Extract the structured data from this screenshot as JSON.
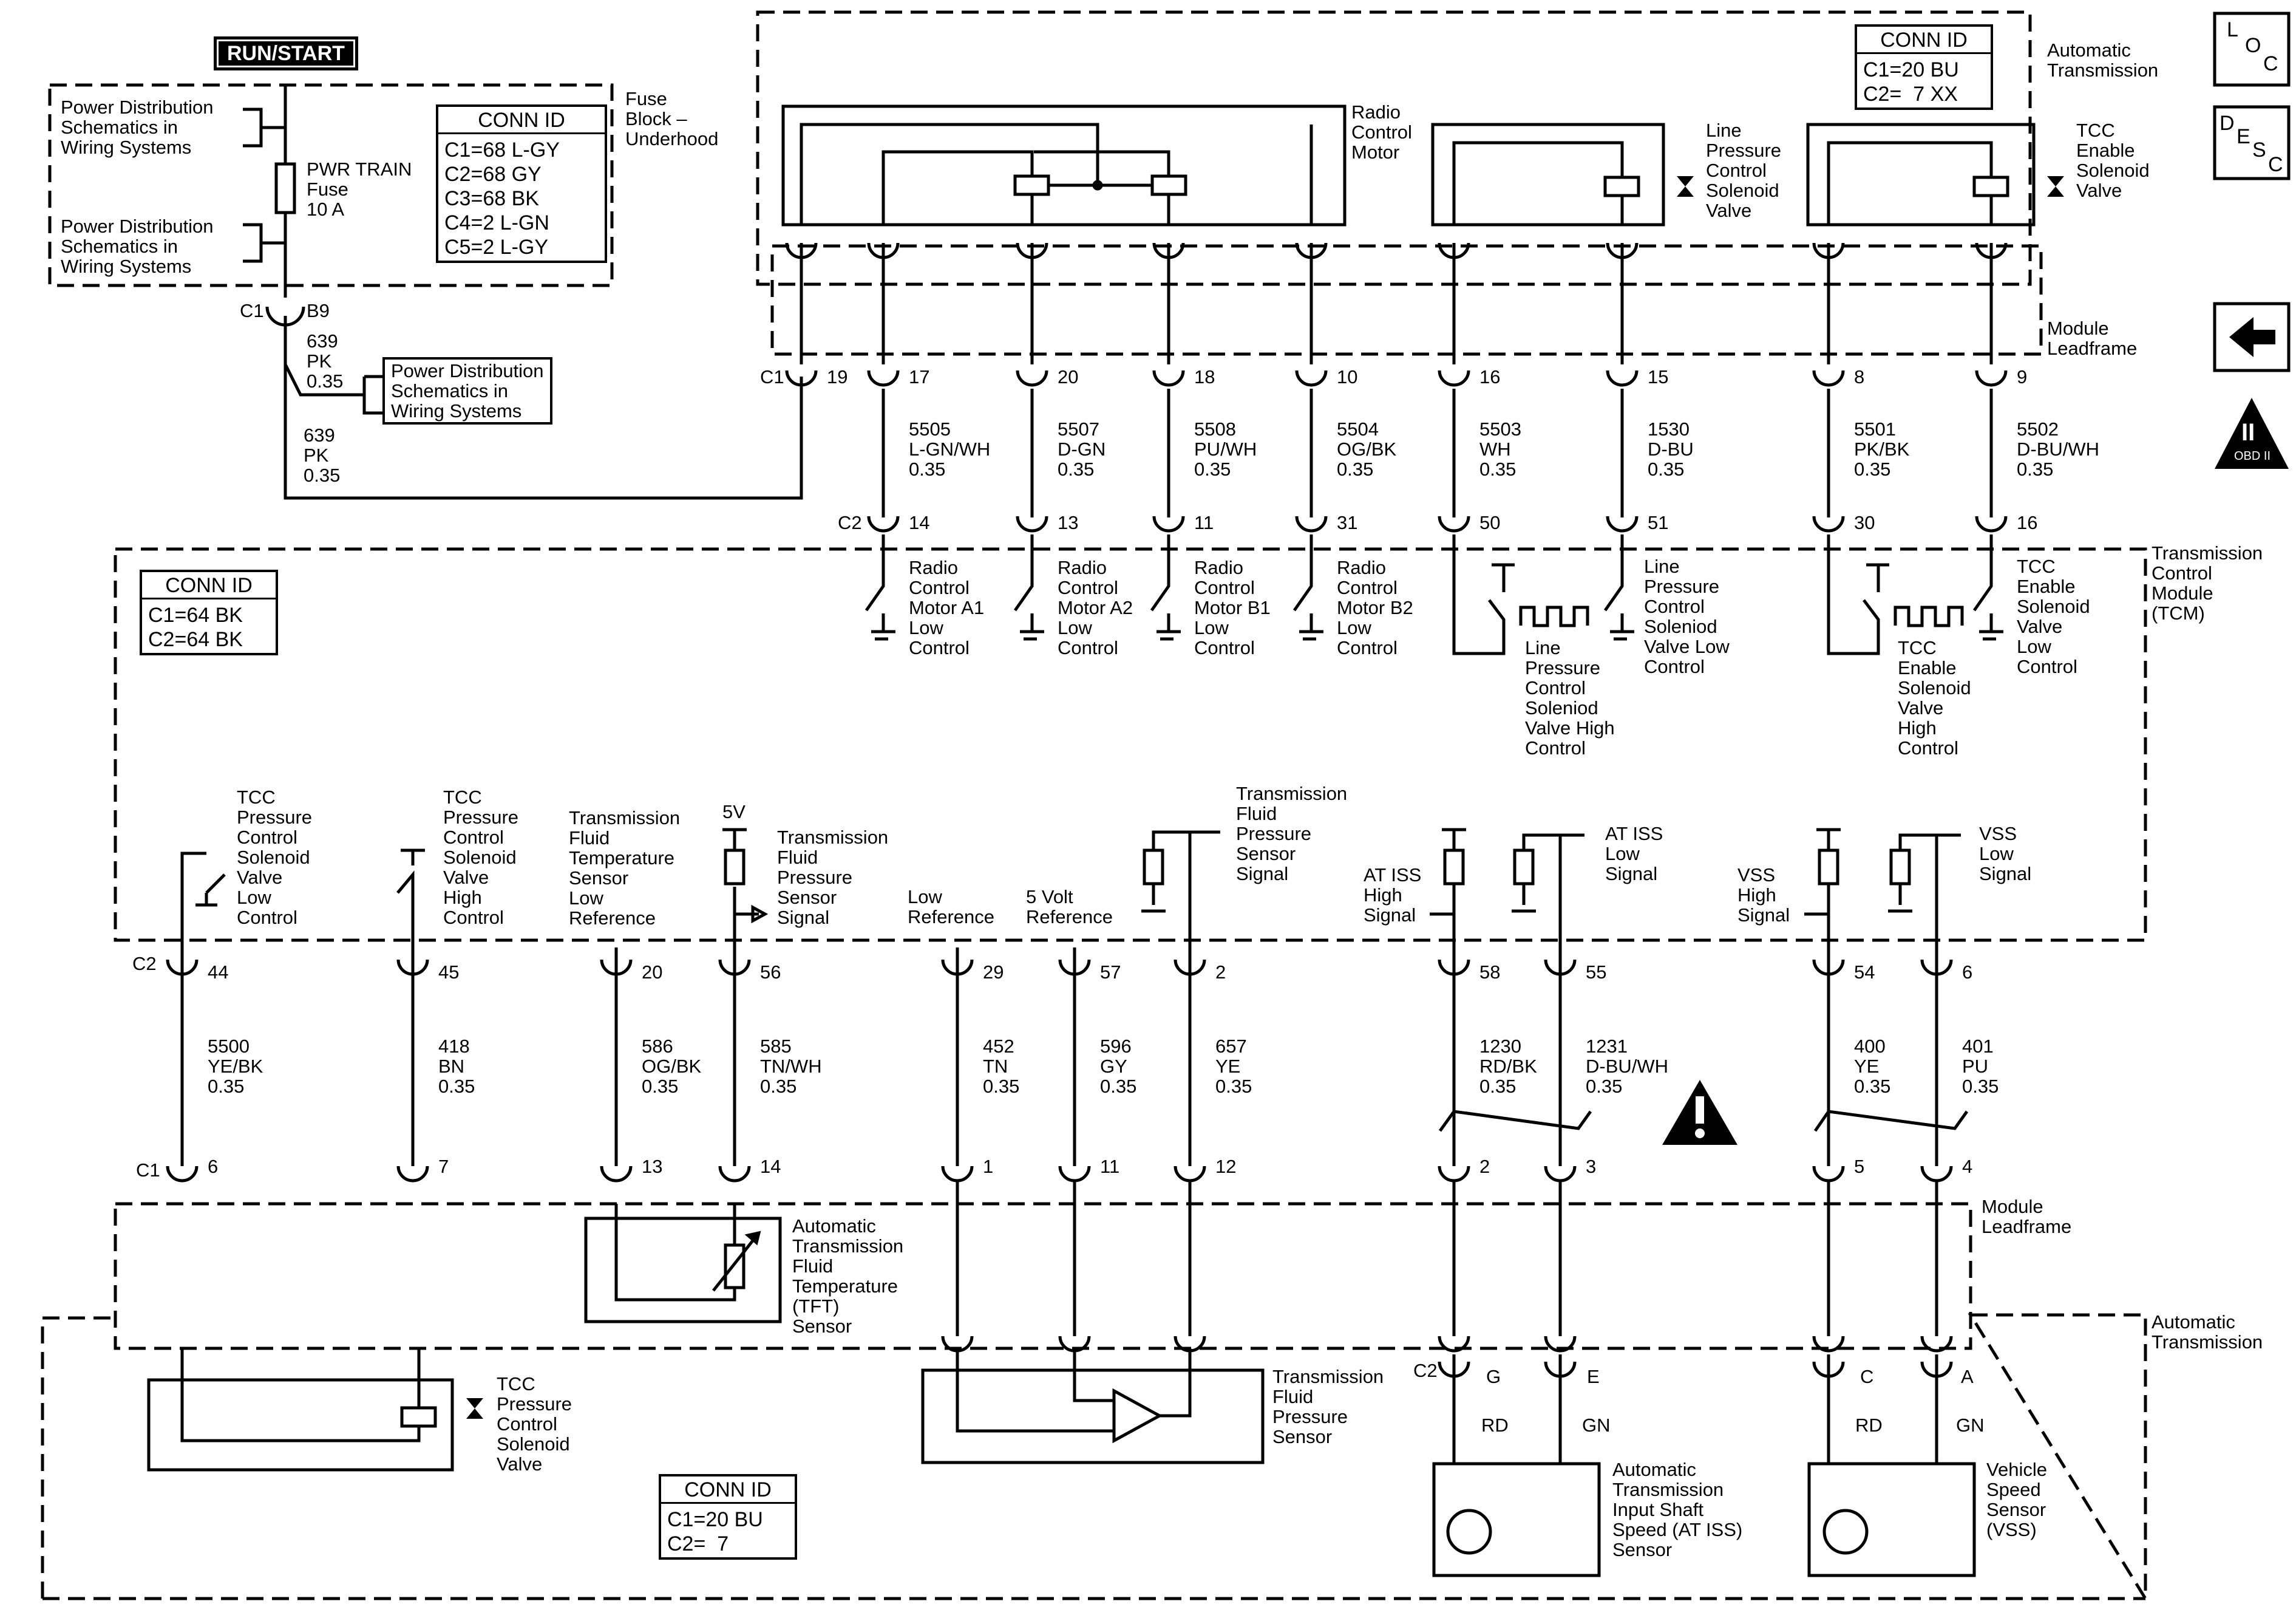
{
  "run_start": "RUN/START",
  "fuse_block": "Fuse\nBlock –\nUnderhood",
  "fuse": {
    "name": "PWR TRAIN\nFuse\n10 A",
    "pin_conn": "C1",
    "pin": "B9"
  },
  "power_dist_1": "Power Distribution\nSchematics in\nWiring Systems",
  "power_dist_2": "Power Distribution\nSchematics in\nWiring Systems",
  "power_dist_3": "Power Distribution\nSchematics in\nWiring Systems",
  "fuse_wire_1": "639\nPK\n0.35",
  "fuse_wire_2": "639\nPK\n0.35",
  "conn_fuse": {
    "title": "CONN ID",
    "lines": "C1=68 L-GY\nC2=68 GY\nC3=68 BK\nC4=2 L-GN\nC5=2 L-GY"
  },
  "conn_trans_top": {
    "title": "CONN ID",
    "lines": "C1=20 BU\nC2=  7 XX"
  },
  "conn_tcm": {
    "title": "CONN ID",
    "lines": "C1=64 BK\nC2=64 BK"
  },
  "conn_trans_bottom": {
    "title": "CONN ID",
    "lines": "C1=20 BU\nC2=  7"
  },
  "auto_trans_top": "Automatic\nTransmission",
  "auto_trans_bottom": "Automatic\nTransmission",
  "module_leadframe_top": "Module\nLeadframe",
  "module_leadframe_bottom": "Module\nLeadframe",
  "tcm_label": "Transmission\nControl\nModule\n(TCM)",
  "radio_motor": "Radio\nControl\nMotor",
  "line_pressure_valve": "Line\nPressure\nControl\nSolenoid\nValve",
  "tcc_enable_valve": "TCC\nEnable\nSolenoid\nValve",
  "conn_labels": {
    "c1_top": "C1",
    "c2_mid": "C2",
    "c2_tcm": "C2",
    "c1_bottom": "C1",
    "c2_bottom": "C2"
  },
  "top_wires": [
    {
      "pin_c1": "19"
    },
    {
      "pin_c1": "17",
      "wire": "5505\nL-GN/WH\n0.35",
      "pin_c2": "14",
      "driver": "Radio\nControl\nMotor A1\nLow\nControl"
    },
    {
      "pin_c1": "20",
      "wire": "5507\nD-GN\n0.35",
      "pin_c2": "13",
      "driver": "Radio\nControl\nMotor A2\nLow\nControl"
    },
    {
      "pin_c1": "18",
      "wire": "5508\nPU/WH\n0.35",
      "pin_c2": "11",
      "driver": "Radio\nControl\nMotor B1\nLow\nControl"
    },
    {
      "pin_c1": "10",
      "wire": "5504\nOG/BK\n0.35",
      "pin_c2": "31",
      "driver": "Radio\nControl\nMotor B2\nLow\nControl"
    },
    {
      "pin_c1": "16",
      "wire": "5503\nWH\n0.35",
      "pin_c2": "50"
    },
    {
      "pin_c1": "15",
      "wire": "1530\nD-BU\n0.35",
      "pin_c2": "51"
    },
    {
      "pin_c1": "8",
      "wire": "5501\nPK/BK\n0.35",
      "pin_c2": "30"
    },
    {
      "pin_c1": "9",
      "wire": "5502\nD-BU/WH\n0.35",
      "pin_c2": "16"
    }
  ],
  "lp_low": "Line\nPressure\nControl\nSoleniod\nValve Low\nControl",
  "lp_high": "Line\nPressure\nControl\nSoleniod\nValve High\nControl",
  "tcc_en_low": "TCC\nEnable\nSolenoid\nValve\nLow\nControl",
  "tcc_en_high": "TCC\nEnable\nSolenoid\nValve\nHigh\nControl",
  "bottom_wires": [
    {
      "pin_c2": "44",
      "wire": "5500\nYE/BK\n0.35",
      "pin_c1": "6",
      "func": "TCC\nPressure\nControl\nSolenoid\nValve\nLow\nControl"
    },
    {
      "pin_c2": "45",
      "wire": "418\nBN\n0.35",
      "pin_c1": "7",
      "func": "TCC\nPressure\nControl\nSolenoid\nValve\nHigh\nControl"
    },
    {
      "pin_c2": "20",
      "wire": "586\nOG/BK\n0.35",
      "pin_c1": "13",
      "func": "Transmission\nFluid\nTemperature\nSensor\nLow\nReference"
    },
    {
      "pin_c2": "56",
      "wire": "585\nTN/WH\n0.35",
      "pin_c1": "14",
      "func": "Transmission\nFluid\nPressure\nSensor\nSignal"
    },
    {
      "pin_c2": "29",
      "wire": "452\nTN\n0.35",
      "pin_c1": "1",
      "func": "Low\nReference"
    },
    {
      "pin_c2": "57",
      "wire": "596\nGY\n0.35",
      "pin_c1": "11",
      "func": "5 Volt\nReference"
    },
    {
      "pin_c2": "2",
      "wire": "657\nYE\n0.35",
      "pin_c1": "12",
      "func": "Transmission\nFluid\nPressure\nSensor\nSignal"
    },
    {
      "pin_c2": "58",
      "wire": "1230\nRD/BK\n0.35",
      "pin_c1": "2",
      "func": "AT ISS\nHigh\nSignal"
    },
    {
      "pin_c2": "55",
      "wire": "1231\nD-BU/WH\n0.35",
      "pin_c1": "3",
      "func": "AT ISS\nLow\nSignal"
    },
    {
      "pin_c2": "54",
      "wire": "400\nYE\n0.35",
      "pin_c1": "5",
      "func": "VSS\nHigh\nSignal"
    },
    {
      "pin_c2": "6",
      "wire": "401\nPU\n0.35",
      "pin_c1": "4",
      "func": "VSS\nLow\nSignal"
    }
  ],
  "five_v": "5V",
  "tcc_pressure_valve": "TCC\nPressure\nControl\nSolenoid\nValve",
  "tft_sensor": "Automatic\nTransmission\nFluid\nTemperature\n(TFT)\nSensor",
  "tfp_sensor": "Transmission\nFluid\nPressure\nSensor",
  "atiss_sensor": "Automatic\nTransmission\nInput Shaft\nSpeed (AT ISS)\nSensor",
  "vss_sensor": "Vehicle\nSpeed\nSensor\n(VSS)",
  "sensor_pins": {
    "atiss_a": "G",
    "atiss_b": "E",
    "vss_a": "C",
    "vss_b": "A",
    "rd1": "RD",
    "gn1": "GN",
    "rd2": "RD",
    "gn2": "GN"
  },
  "side_icons": {
    "loc": [
      "L",
      "O",
      "C"
    ],
    "desc": [
      "D",
      "E",
      "S",
      "C"
    ],
    "obd": "OBD II",
    "obd_num": "II"
  }
}
